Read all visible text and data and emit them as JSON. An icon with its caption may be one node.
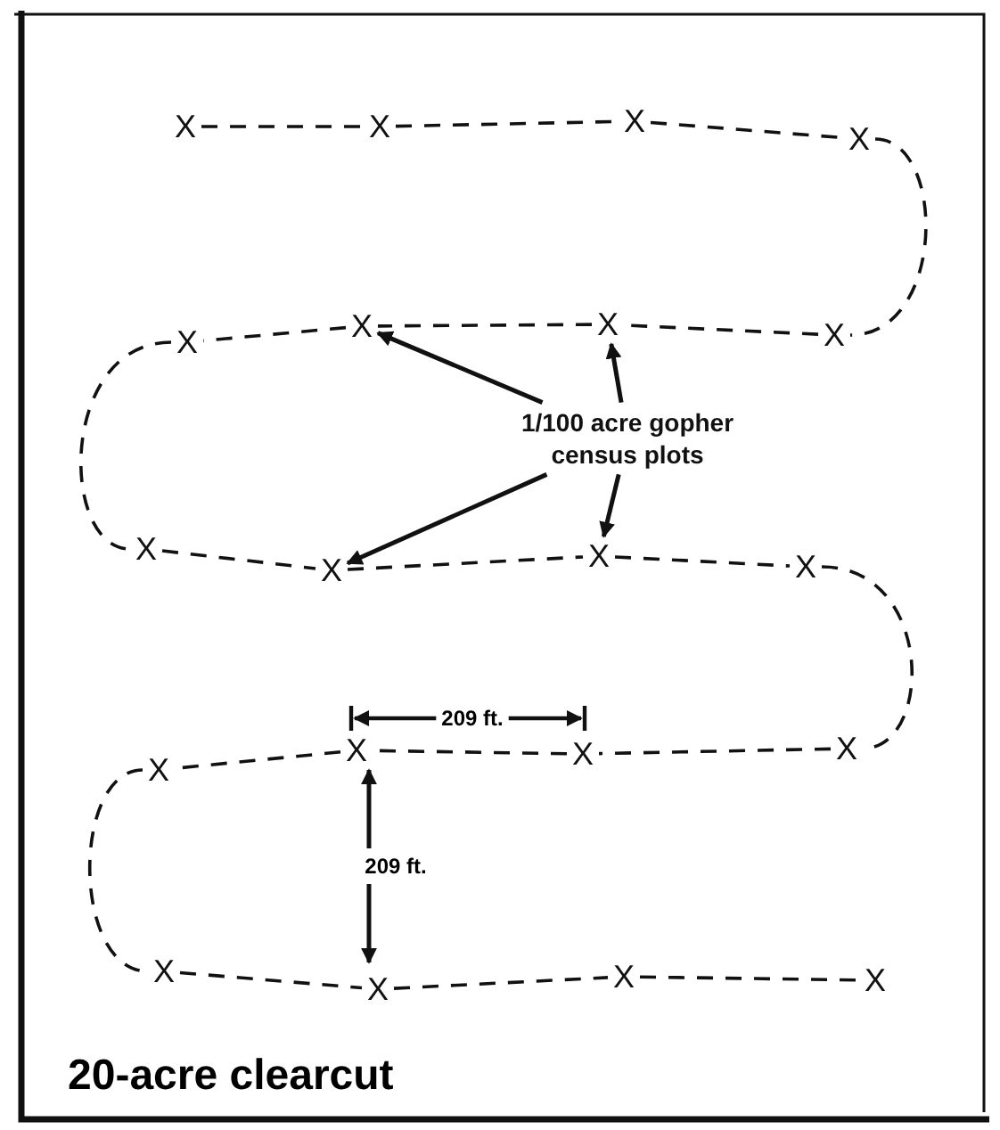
{
  "diagram": {
    "caption": "20-acre clearcut",
    "nodes": [
      {
        "text": [
          "X"
        ]
      },
      {
        "text": [
          "X"
        ]
      },
      {
        "text": [
          "X"
        ]
      },
      {
        "text": [
          "X"
        ]
      },
      {
        "text": [
          "X"
        ]
      },
      {
        "text": [
          "X"
        ]
      },
      {
        "text": [
          "X"
        ]
      },
      {
        "text": [
          "X"
        ]
      },
      {
        "text": [
          "1/100 acre gopher census plots"
        ]
      },
      {
        "text": [
          "X"
        ]
      },
      {
        "text": [
          "X"
        ]
      },
      {
        "text": [
          "X"
        ]
      },
      {
        "text": [
          "X"
        ]
      },
      {
        "text": [
          "X"
        ]
      },
      {
        "text": [
          "X"
        ]
      },
      {
        "text": [
          "X"
        ]
      },
      {
        "text": [
          "X"
        ]
      },
      {
        "text": [
          "X"
        ]
      },
      {
        "text": [
          "X"
        ]
      },
      {
        "text": [
          "X"
        ]
      },
      {
        "text": [
          "X"
        ]
      }
    ],
    "edges": [
      {
        "from": 0,
        "to": 1,
        "arrow": "none",
        "style": "dashed"
      },
      {
        "from": 1,
        "to": 2,
        "arrow": "none",
        "style": "dashed"
      },
      {
        "from": 2,
        "to": 3,
        "arrow": "none",
        "style": "dashed"
      },
      {
        "from": 3,
        "to": 7,
        "arrow": "none",
        "style": "dashed"
      },
      {
        "from": 7,
        "to": 6,
        "arrow": "none",
        "style": "dashed"
      },
      {
        "from": 6,
        "to": 5,
        "arrow": "none",
        "style": "dashed"
      },
      {
        "from": 5,
        "to": 4,
        "arrow": "none",
        "style": "dashed"
      },
      {
        "from": 4,
        "to": 9,
        "arrow": "none",
        "style": "dashed"
      },
      {
        "from": 9,
        "to": 10,
        "arrow": "none",
        "style": "dashed"
      },
      {
        "from": 10,
        "to": 11,
        "arrow": "none",
        "style": "dashed"
      },
      {
        "from": 11,
        "to": 12,
        "arrow": "none",
        "style": "dashed"
      },
      {
        "from": 12,
        "to": 16,
        "arrow": "none",
        "style": "dashed"
      },
      {
        "from": 16,
        "to": 15,
        "arrow": "none",
        "style": "dashed"
      },
      {
        "from": 15,
        "to": 14,
        "arrow": "none",
        "style": "dashed"
      },
      {
        "from": 14,
        "to": 13,
        "arrow": "none",
        "style": "dashed"
      },
      {
        "from": 13,
        "to": 17,
        "arrow": "none",
        "style": "dashed"
      },
      {
        "from": 17,
        "to": 18,
        "arrow": "none",
        "style": "dashed"
      },
      {
        "from": 18,
        "to": 19,
        "arrow": "none",
        "style": "dashed"
      },
      {
        "from": 19,
        "to": 20,
        "arrow": "none",
        "style": "dashed"
      },
      {
        "from": 8,
        "to": 5,
        "arrow": "to"
      },
      {
        "from": 8,
        "to": 6,
        "arrow": "to"
      },
      {
        "from": 8,
        "to": 10,
        "arrow": "to"
      },
      {
        "from": 8,
        "to": 11,
        "arrow": "to"
      }
    ],
    "labels": [
      "209 ft.",
      "209 ft."
    ]
  }
}
